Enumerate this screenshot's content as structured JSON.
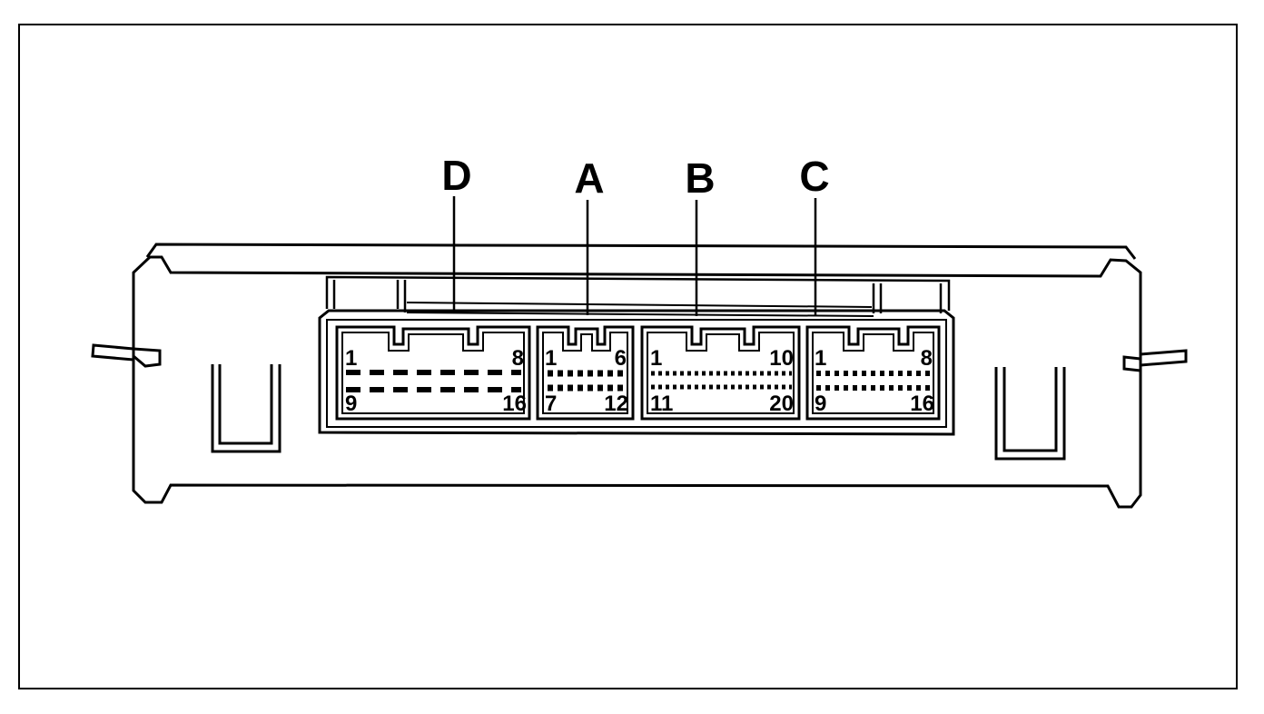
{
  "callouts": {
    "D": "D",
    "A": "A",
    "B": "B",
    "C": "C"
  },
  "connectors": {
    "D": {
      "first_row_start": "1",
      "first_row_end": "8",
      "second_row_start": "9",
      "second_row_end": "16"
    },
    "A": {
      "first_row_start": "1",
      "first_row_end": "6",
      "second_row_start": "7",
      "second_row_end": "12"
    },
    "B": {
      "first_row_start": "1",
      "first_row_end": "10",
      "second_row_start": "11",
      "second_row_end": "20"
    },
    "C": {
      "first_row_start": "1",
      "first_row_end": "8",
      "second_row_start": "9",
      "second_row_end": "16"
    }
  }
}
